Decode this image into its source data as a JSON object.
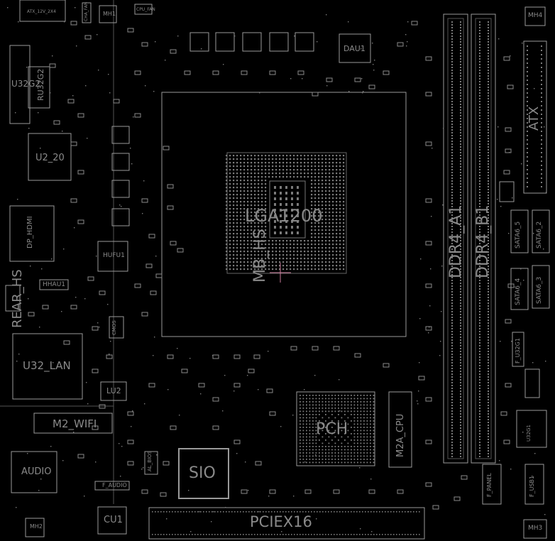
{
  "colors": {
    "background": "#000000",
    "silkscreen": "#9a9a9a",
    "text": "#8a8a8a",
    "marker": "#c87a9a"
  },
  "labels": {
    "cpu_socket": "LGA1200",
    "cpu_holes": "MB_HS",
    "pch": "PCH",
    "sio": "SIO",
    "pcie": "PCIEX16",
    "ddr_a1": "DDR4_A1",
    "ddr_b1": "DDR4_B1",
    "atx": "ATX",
    "m2_wifi": "M2_WIFI",
    "m2a_cpu": "M2A_CPU",
    "u32_lan": "U32_LAN",
    "u32g2": "U32G2",
    "ru32g2": "RU32G2",
    "u2_20": "U2_20",
    "hdmi": "DP_HDMI",
    "rear_hs": "REAR_HS",
    "audio": "AUDIO",
    "f_audio": "F_AUDIO",
    "cu1": "CU1",
    "dau1": "DAU1",
    "hufu1": "HUFU1",
    "hhau1": "HHAU1",
    "lu2": "LU2",
    "mh1": "MH1",
    "mh2": "MH2",
    "mh3": "MH3",
    "mh4": "MH4",
    "atx_12v": "ATX_12V_2X4",
    "cpu_fan": "CPU_FAN",
    "sata6_5": "SATA6_5",
    "sata6_2": "SATA6_2",
    "sata6_4": "SATA6_4",
    "sata6_3": "SATA6_3",
    "f_u32g1": "F_U32G1",
    "u32g1": "U32G1",
    "f_panel": "F_PANEL",
    "f_usb1": "F_USB1",
    "cmos": "CMOS",
    "al_bios": "AL_BIOS",
    "chip_fan": "CHA_FAN"
  }
}
